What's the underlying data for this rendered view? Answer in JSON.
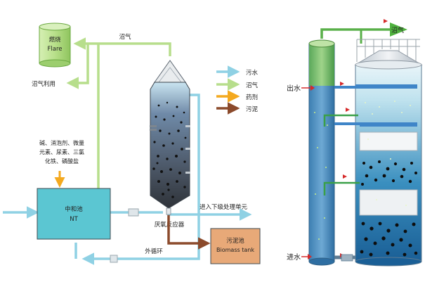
{
  "flow_diagram": {
    "flare": {
      "line1": "燃烧",
      "line2": "Flare"
    },
    "biogas_top": "沼气",
    "biogas_utilization": "沼气利用",
    "chemicals": {
      "line1": "碱、消泡剂、微量",
      "line2": "元素、尿素、三氯",
      "line3": "化铁、磷酸盐"
    },
    "neutral_tank": {
      "line1": "中和池",
      "line2": "NT"
    },
    "reactor_label": "厌氧反应器",
    "outflow_label": "进入下级处理单元",
    "recirculation_label": "外循环",
    "biomass_tank": {
      "line1": "污泥池",
      "line2": "Biomass tank"
    },
    "legend": [
      {
        "label": "污水",
        "color": "#8fd1e4"
      },
      {
        "label": "沼气",
        "color": "#b7de8c"
      },
      {
        "label": "药剂",
        "color": "#f4a91f"
      },
      {
        "label": "污泥",
        "color": "#8b4a2b"
      }
    ]
  },
  "reactor_3d": {
    "biogas_label": "沼气",
    "outlet_label": "出水",
    "inlet_label": "进水"
  }
}
